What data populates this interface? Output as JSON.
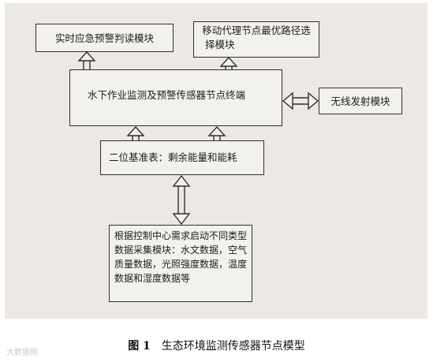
{
  "boxes": {
    "realtime": "实时应急预警判读模块",
    "mobile_line1": "移动代理节点最优路径选",
    "mobile_line2": "择模块",
    "terminal": "水下作业监测及预警传感器节点终端",
    "wireless": "无线发射模块",
    "table": "二位基准表：剩余能量和能耗",
    "collect": "根据控制中心需求启动不同类型数据采集模块：水文数据，空气质量数据，光照强度数据，温度数据和湿度数据等"
  },
  "caption": {
    "figure_no": "图 1",
    "title": "生态环境监测传感器节点模型"
  },
  "watermark": "大数据网"
}
